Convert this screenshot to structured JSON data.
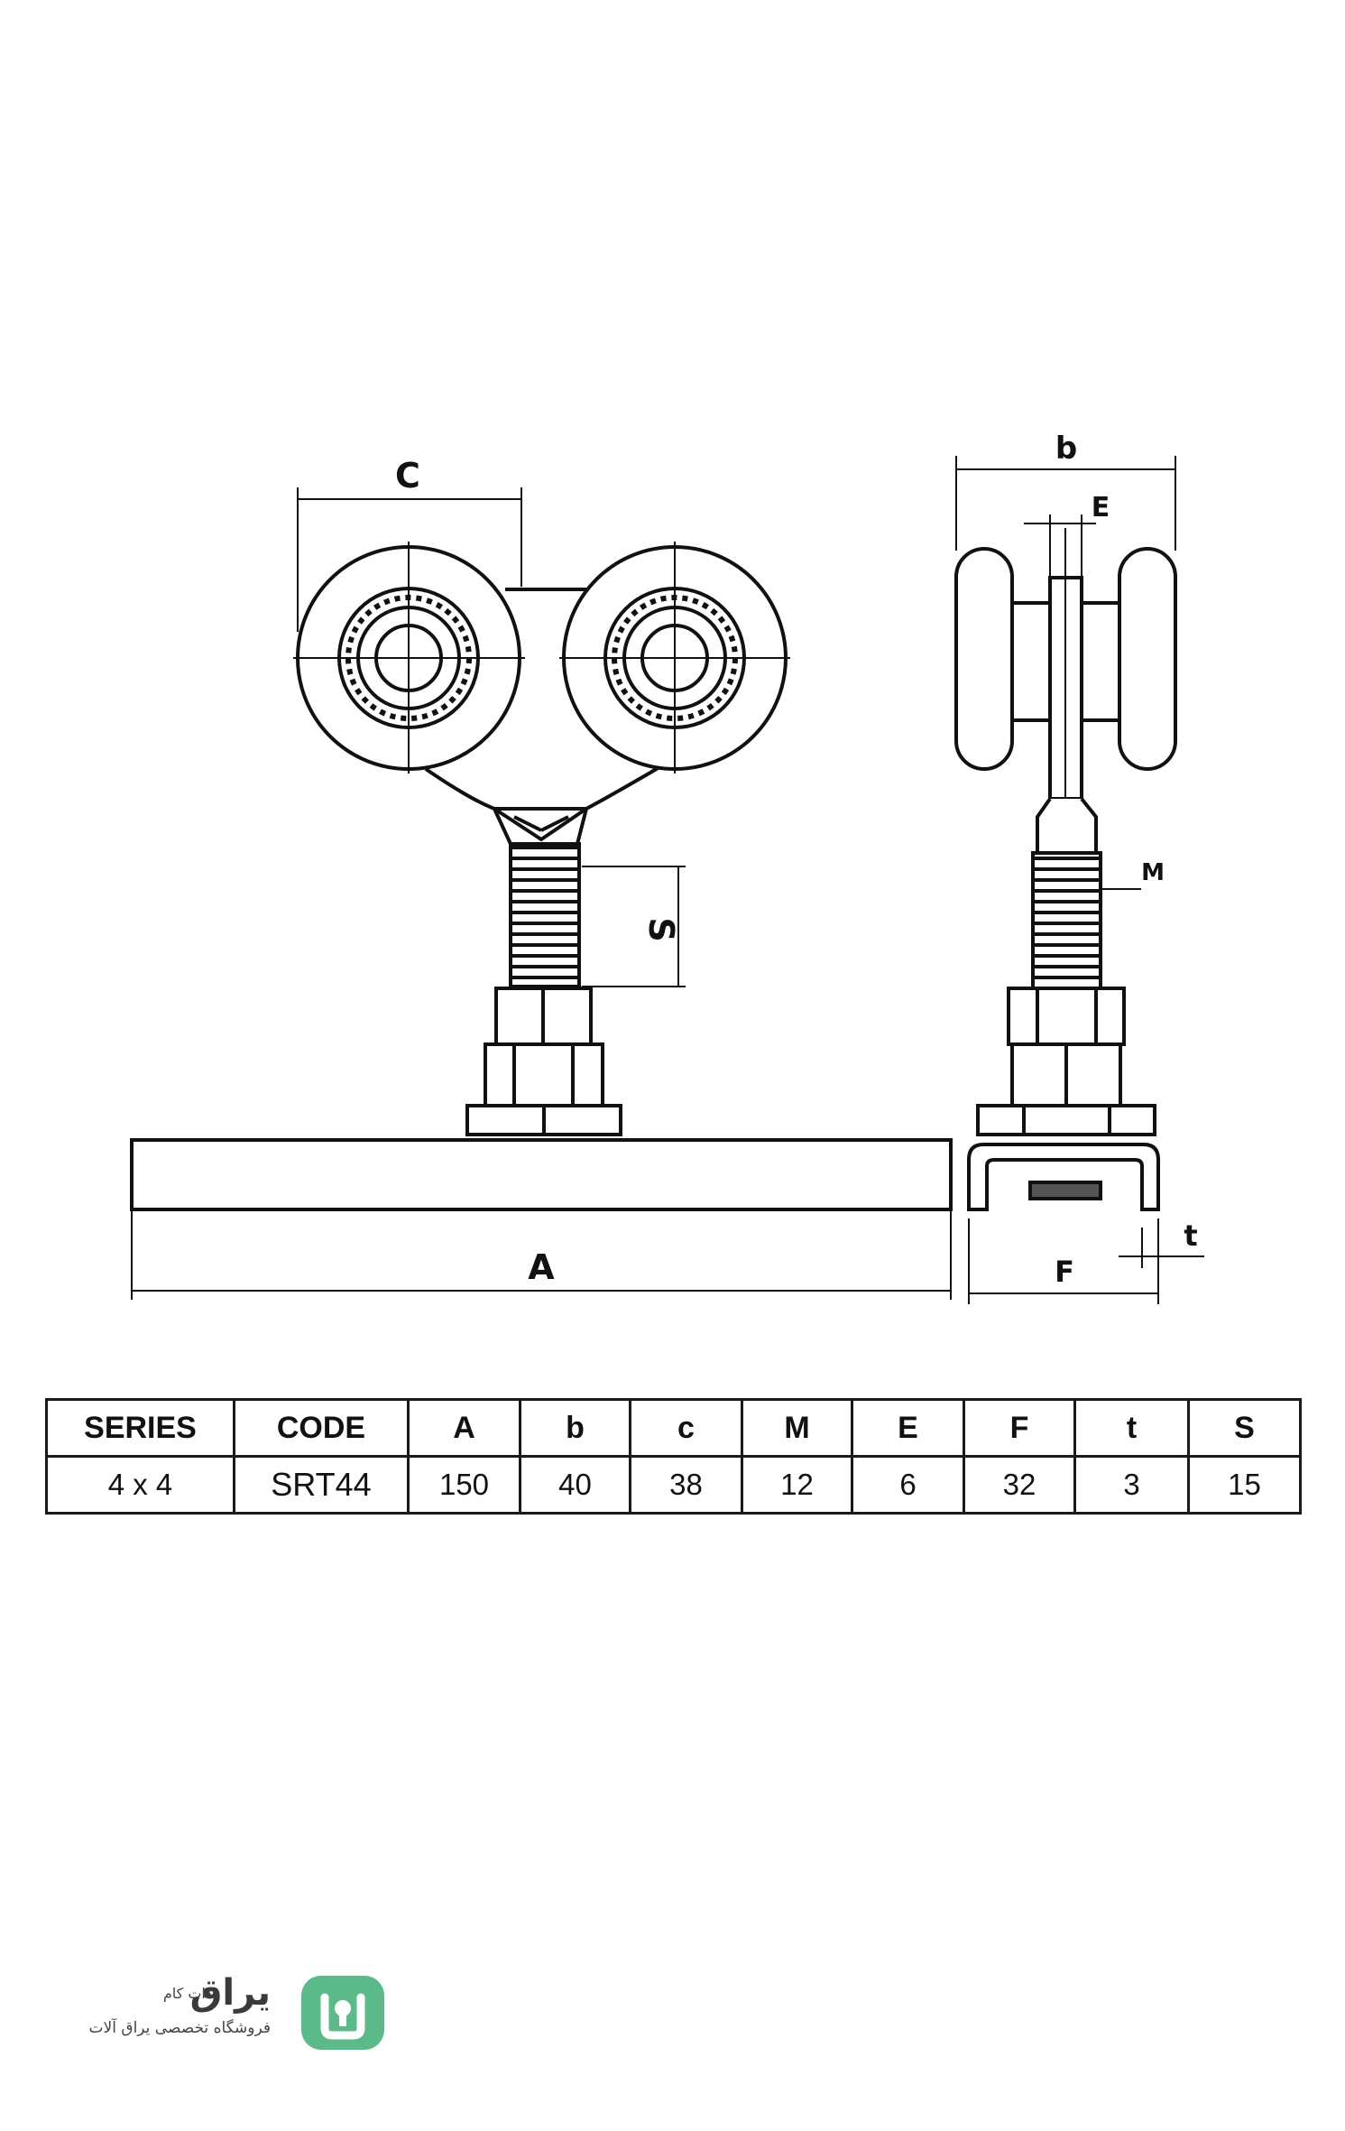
{
  "drawing": {
    "front_view_labels": {
      "c": "C",
      "s": "S",
      "a": "A"
    },
    "side_view_labels": {
      "b": "b",
      "e": "E",
      "m": "M",
      "f": "F",
      "t": "t"
    }
  },
  "spec_table": {
    "headers": [
      "SERIES",
      "CODE",
      "A",
      "b",
      "c",
      "M",
      "E",
      "F",
      "t",
      "S"
    ],
    "row": [
      "4 x 4",
      "SRT44",
      "150",
      "40",
      "38",
      "12",
      "6",
      "32",
      "3",
      "15"
    ]
  },
  "logo": {
    "brand": "یراق",
    "suffix": "دات کام",
    "tagline": "فروشگاه تخصصی یراق آلات",
    "colors": {
      "mark": "#5bb98a",
      "text": "#3a3a3a"
    }
  },
  "icons": {
    "logo": "yaragh-logo-icon"
  }
}
